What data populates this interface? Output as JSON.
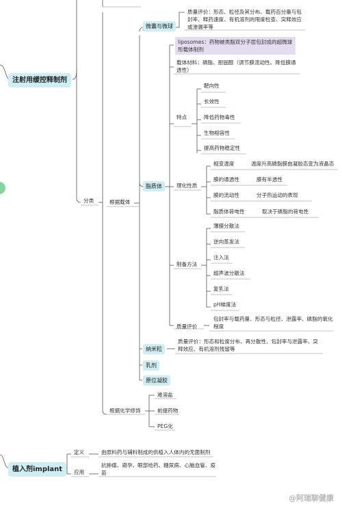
{
  "roots": {
    "injection": "注射用缓控释制剂",
    "implant": "植入剂implant"
  },
  "micro": {
    "label": "微囊与微球",
    "quality": "质量评价：形态、粒径及其分布、载药百分量与包封率、释药速度、有机溶剂的限度检查、突释效应或渗漏率等"
  },
  "classification": "分类",
  "by_carrier": "根据载体",
  "liposome": {
    "label": "脂质体",
    "definition": "liposomes：药物被类脂双分子层包封成的超微球形载体制剂",
    "materials": "载体材料：磷脂、胆固醇（调节膜流动性、降低膜通透性）",
    "features_label": "特点",
    "features": [
      "靶向性",
      "长效性",
      "降低药物毒性",
      "生物相容性",
      "提高药物稳定性"
    ],
    "physchem_label": "理化性质",
    "physchem": [
      {
        "name": "相变温度",
        "desc": "温度升高磷脂膜由凝胶态变为液晶态"
      },
      {
        "name": "膜的通透性",
        "desc": "膜有半透性"
      },
      {
        "name": "膜的流动性",
        "desc": "分子热运动的表现"
      },
      {
        "name": "脂质体荷电性",
        "desc": "取决于磷脂的荷电性"
      }
    ],
    "prep_label": "制备方法",
    "prep": [
      "薄膜分散法",
      "逆向蒸发法",
      "注入法",
      "超声波分散法",
      "复乳法",
      "pH梯度法"
    ],
    "quality_label": "质量评价",
    "quality": "包封率与载药量、形态与粒径、泄露率、磷脂的氧化程度"
  },
  "nano": {
    "label": "纳米粒",
    "quality": "质量评价：形态和粒度分布、再分散性、包封率与泄露率、突释效应、有机溶剂残留等"
  },
  "emulsion": "乳剂",
  "in_situ_gel": "原位凝胶",
  "by_chem": {
    "label": "根据化学修饰",
    "items": [
      "难溶盐",
      "前提药物",
      "PEG化"
    ]
  },
  "implant": {
    "def_label": "定义",
    "def": "由原料药与辅料制成的供植入人体内的无菌制剂",
    "use_label": "应用",
    "use": "抗肿瘤、避孕、眼部给药、糖尿病、心脑血管、疫苗"
  },
  "watermark": "@阿瑞聊健康"
}
